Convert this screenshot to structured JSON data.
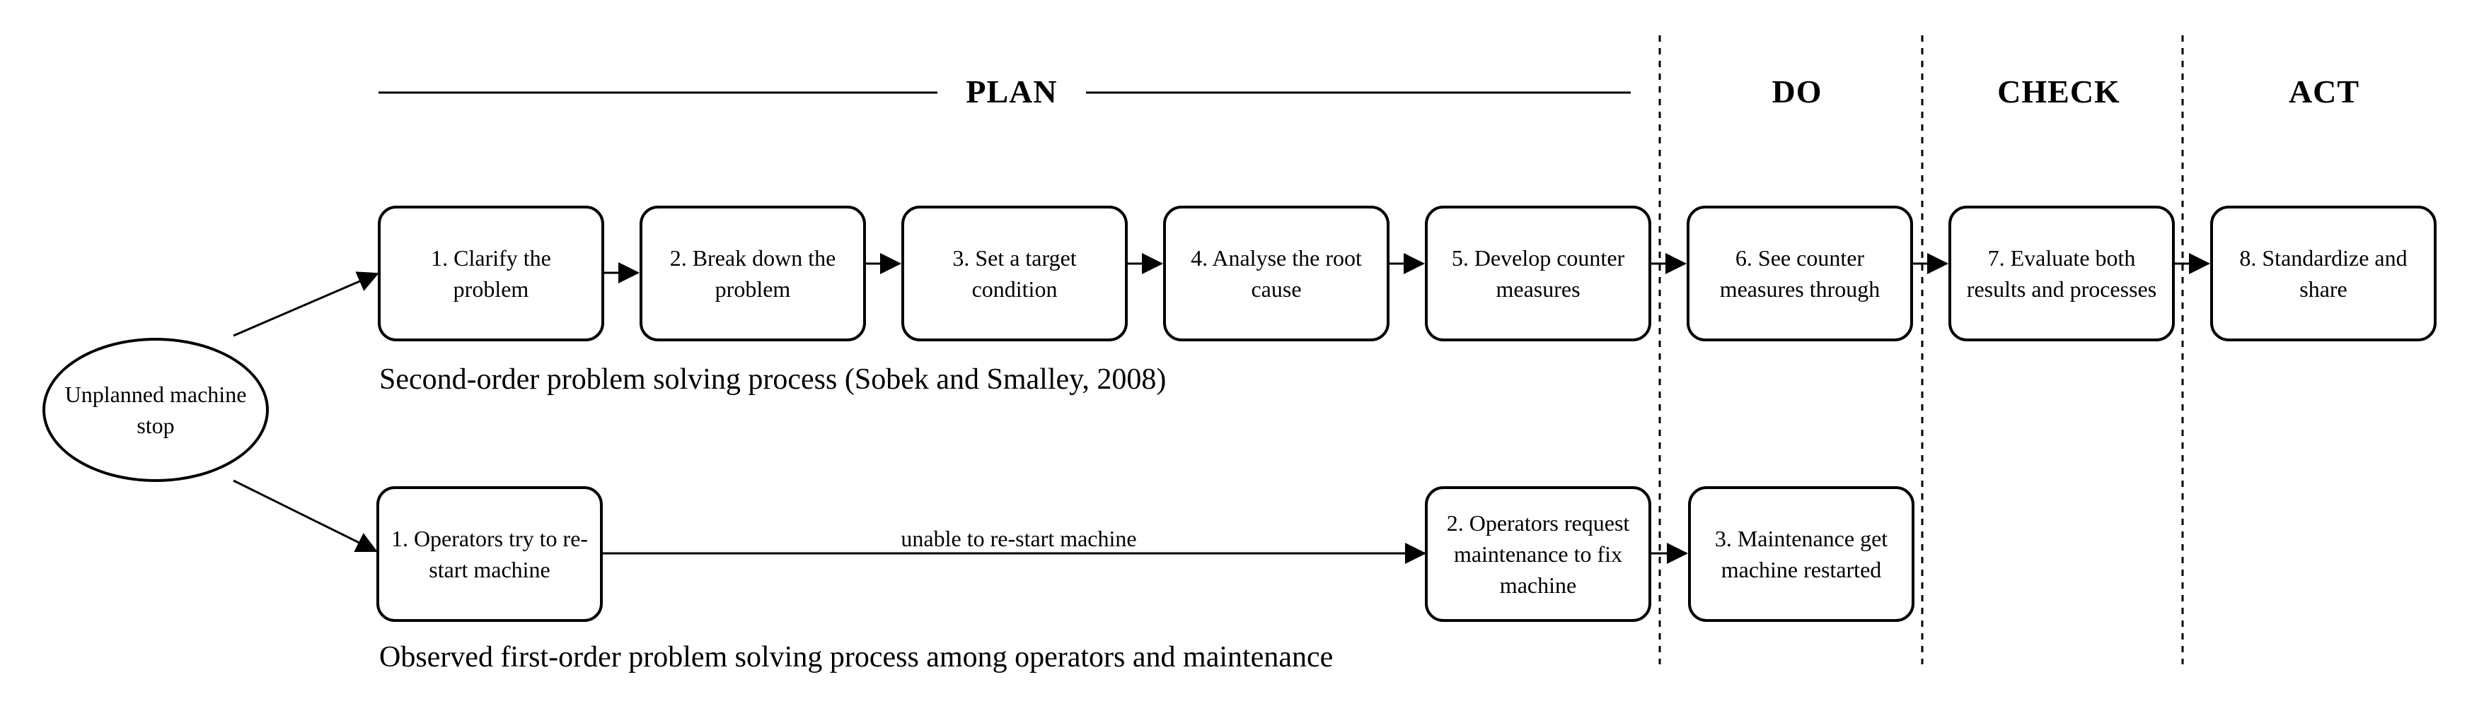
{
  "phases": {
    "plan": "PLAN",
    "do": "DO",
    "check": "CHECK",
    "act": "ACT"
  },
  "start_node": "Unplanned machine stop",
  "second_order": {
    "steps": [
      "1. Clarify the problem",
      "2. Break down the problem",
      "3. Set a target condition",
      "4. Analyse the root cause",
      "5. Develop counter measures",
      "6. See counter measures through",
      "7. Evaluate both results and processes",
      "8. Standardize and share"
    ],
    "caption": "Second-order problem solving process (Sobek and Smalley, 2008)"
  },
  "first_order": {
    "steps": [
      "1. Operators try to re-start machine",
      "2. Operators request maintenance to fix machine",
      "3. Maintenance get machine restarted"
    ],
    "edge_label": "unable to re-start machine",
    "caption": "Observed first-order problem solving process among operators and maintenance"
  }
}
